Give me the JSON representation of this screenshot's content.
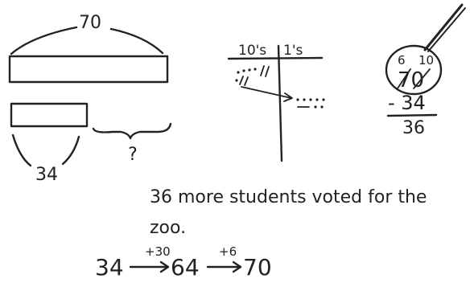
{
  "bar_model": {
    "whole_label": "70",
    "part_label": "34",
    "unknown_label": "?"
  },
  "place_value": {
    "tens_header": "10's",
    "ones_header": "1's"
  },
  "subtraction": {
    "regroup_tens": "6",
    "regroup_ones": "10",
    "minuend": "70",
    "subtrahend": "- 34",
    "difference": "36"
  },
  "answer_sentence": {
    "line1": "36 more students voted for the",
    "line2": "zoo."
  },
  "counting_up": {
    "start": "34",
    "step1": "+30",
    "middle": "64",
    "step2": "+6",
    "end": "70"
  }
}
